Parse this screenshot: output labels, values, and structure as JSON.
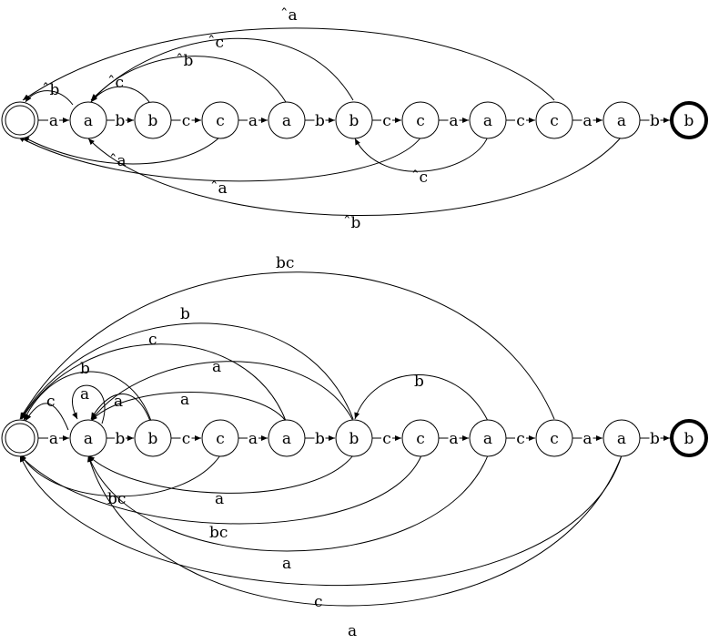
{
  "automata": [
    {
      "states": [
        "",
        "a",
        "b",
        "c",
        "a",
        "b",
        "c",
        "a",
        "c",
        "a",
        "b"
      ],
      "chain_labels": [
        "a",
        "b",
        "c",
        "a",
        "b",
        "c",
        "a",
        "c",
        "a",
        "b"
      ],
      "back_labels": [
        "ˆa",
        "ˆc",
        "ˆb",
        "ˆb",
        "ˆc",
        "ˆa",
        "ˆa",
        "ˆc",
        "ˆb"
      ]
    },
    {
      "states": [
        "",
        "a",
        "b",
        "c",
        "a",
        "b",
        "c",
        "a",
        "c",
        "a",
        "b"
      ],
      "chain_labels": [
        "a",
        "b",
        "c",
        "a",
        "b",
        "c",
        "a",
        "c",
        "a",
        "b"
      ],
      "back_labels": [
        "bc",
        "b",
        "c",
        "b",
        "a",
        "c",
        "a",
        "a",
        "b",
        "a",
        "bc",
        "bc",
        "a",
        "c",
        "a"
      ]
    }
  ]
}
